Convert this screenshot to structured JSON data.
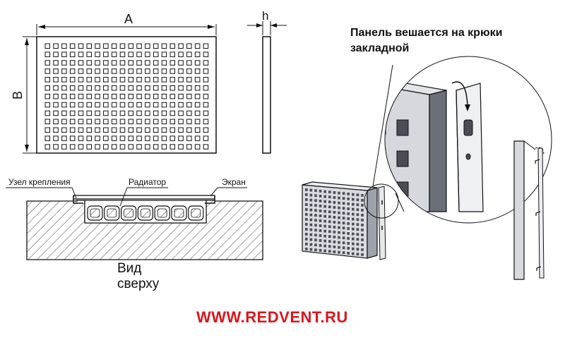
{
  "labels": {
    "dim_a": "A",
    "dim_b": "B",
    "dim_h": "h",
    "mount_node": "Узел крепления",
    "radiator": "Радиатор",
    "screen": "Экран",
    "view_line1": "Вид",
    "view_line2": "сверху",
    "caption_line1": "Панель вешается на крюки",
    "caption_line2": "закладной",
    "website": "WWW.REDVENT.RU"
  },
  "colors": {
    "line": "#111111",
    "accent_red": "#d9161d",
    "panel_fill": "#d6d8de",
    "panel_dark": "#5a5e66",
    "hatch": "#444444"
  },
  "icons": [
    "square-perforation-pattern",
    "hook-slot-icon"
  ]
}
